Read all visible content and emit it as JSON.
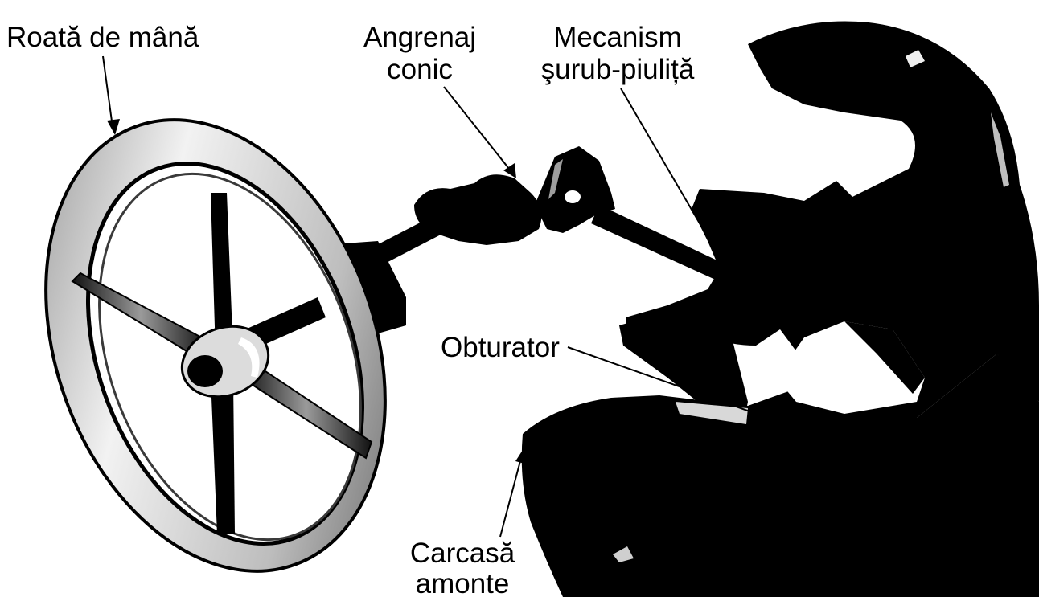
{
  "labels": {
    "handwheel": "Roată de mână",
    "bevel_gear": [
      "Angrenaj",
      "conic"
    ],
    "screw_nut": [
      "Mecanism",
      "şurub-piuliță"
    ],
    "obturator": "Obturator",
    "upstream_housing": [
      "Carcasă",
      "amonte"
    ]
  },
  "colors": {
    "background": "#ffffff",
    "metal_dark": "#000000",
    "highlight": "#e6e6e6",
    "text": "#000000"
  }
}
